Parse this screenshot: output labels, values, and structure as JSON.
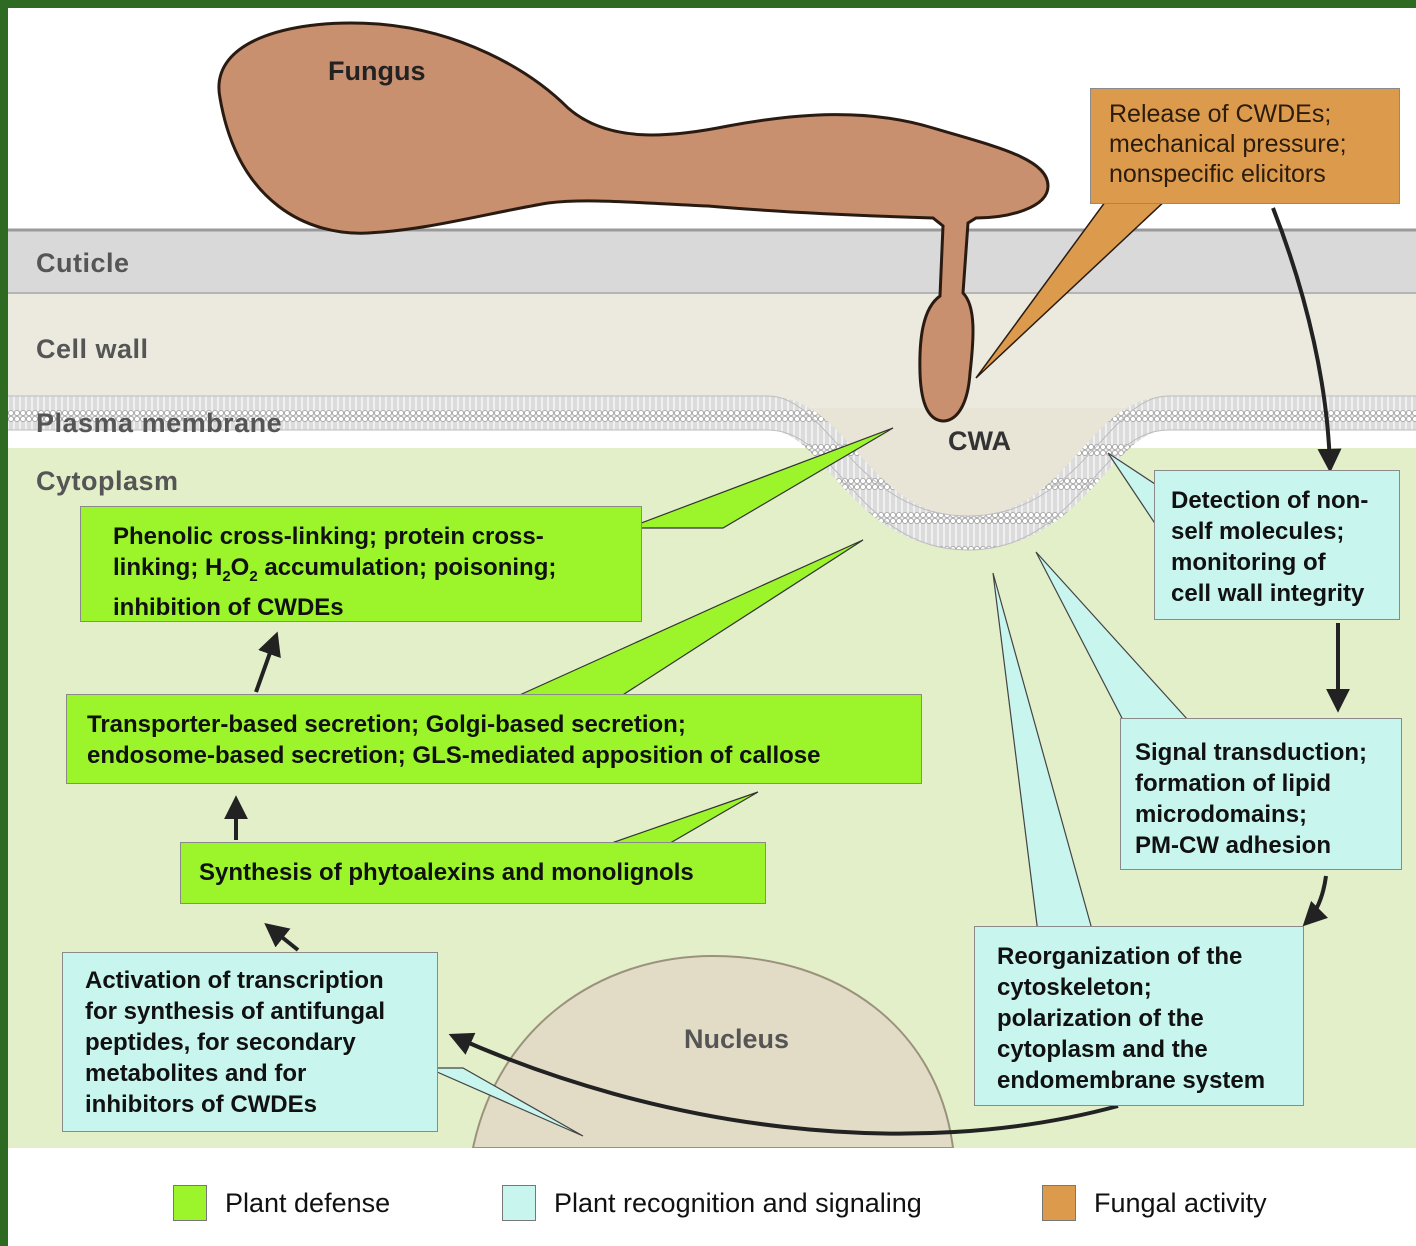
{
  "colors": {
    "plant_defense": "#9cf52a",
    "plant_recognition": "#c8f6ef",
    "fungal_activity": "#dc9a4d",
    "fungus_body": "#c99070",
    "cytoplasm": "#e2efc9",
    "nucleus": "#e2dcc7"
  },
  "structures": {
    "fungus": "Fungus",
    "cwa": "CWA",
    "nucleus": "Nucleus"
  },
  "layers": {
    "cuticle": "Cuticle",
    "cell_wall": "Cell wall",
    "plasma_membrane": "Plasma membrane",
    "cytoplasm": "Cytoplasm"
  },
  "boxes": {
    "fungal_release": {
      "lines": [
        "Release of CWDEs;",
        "mechanical pressure;",
        "nonspecific elicitors"
      ]
    },
    "phenolic": {
      "line1": "Phenolic cross-linking; protein cross-",
      "line2_pre": "linking; H",
      "sub1": "2",
      "line2_mid": "O",
      "sub2": "2",
      "line2_post": " accumulation; poisoning;",
      "line3": "inhibition of CWDEs"
    },
    "secretion": {
      "lines": [
        "Transporter-based secretion; Golgi-based secretion;",
        "endosome-based secretion; GLS-mediated apposition of callose"
      ]
    },
    "synthesis": {
      "lines": [
        "Synthesis of phytoalexins and monolignols"
      ]
    },
    "activation": {
      "lines": [
        "Activation of transcription",
        "for synthesis of antifungal",
        "peptides, for secondary",
        "metabolites and for",
        "inhibitors of CWDEs"
      ]
    },
    "detection": {
      "lines": [
        "Detection of non-",
        "self molecules;",
        "monitoring of",
        "cell wall integrity"
      ]
    },
    "signal": {
      "lines": [
        "Signal transduction;",
        "formation of lipid",
        "microdomains;",
        "PM-CW adhesion"
      ]
    },
    "reorganization": {
      "lines": [
        "Reorganization of the",
        "cytoskeleton;",
        "polarization of the",
        "cytoplasm and the",
        "endomembrane system"
      ]
    }
  },
  "legend": [
    {
      "label": "Plant defense",
      "color": "#9cf52a"
    },
    {
      "label": "Plant recognition and signaling",
      "color": "#c8f6ef"
    },
    {
      "label": "Fungal activity",
      "color": "#dc9a4d"
    }
  ]
}
